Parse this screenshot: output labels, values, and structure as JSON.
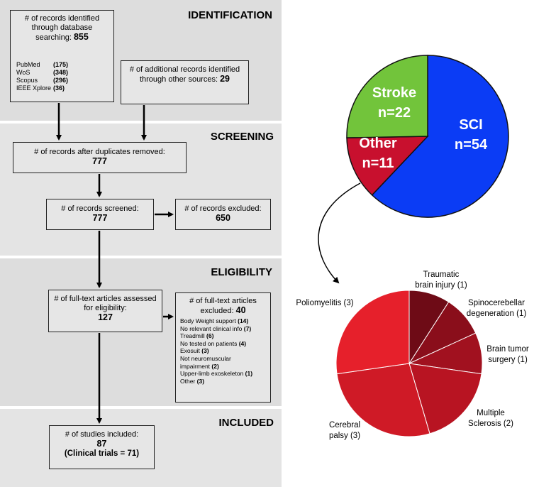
{
  "sections": {
    "identification": "IDENTIFICATION",
    "screening": "SCREENING",
    "eligibility": "ELIGIBILITY",
    "included": "INCLUDED"
  },
  "boxes": {
    "database": {
      "text": "# of records identified through database searching:",
      "count": "855",
      "sources": [
        {
          "name": "PubMed",
          "count": "(175)"
        },
        {
          "name": "WoS",
          "count": "(348)"
        },
        {
          "name": "Scopus",
          "count": "(296)"
        },
        {
          "name": "IEEE Xplore",
          "count": "(36)"
        }
      ]
    },
    "additional": {
      "text": "# of additional records identified through other sources:",
      "count": "29"
    },
    "duplicates": {
      "text": "# of records after duplicates removed:",
      "count": "777"
    },
    "screened": {
      "text": "# of records screened:",
      "count": "777"
    },
    "excluded": {
      "text": "# of records excluded:",
      "count": "650"
    },
    "fulltext": {
      "text": "# of full-text articles assessed for eligibility:",
      "count": "127"
    },
    "fulltext_excluded": {
      "text": "# of full-text articles excluded:",
      "count": "40",
      "reasons": [
        {
          "label": "Body Weight support",
          "count": "(14)"
        },
        {
          "label": "No relevant clinical info",
          "count": "(7)"
        },
        {
          "label": "Treadmill",
          "count": "(6)"
        },
        {
          "label": "No tested on patients",
          "count": "(4)"
        },
        {
          "label": "Exosuit",
          "count": "(3)"
        },
        {
          "label": "Not neuromuscular",
          "count": ""
        },
        {
          "label": "impairment",
          "count": "(2)"
        },
        {
          "label": "Upper-limb exoskeleton",
          "count": "(1)"
        },
        {
          "label": "Other",
          "count": "(3)"
        }
      ]
    },
    "included": {
      "text": "# of studies included:",
      "count": "87",
      "note": "(Clinical trials = 71)"
    }
  },
  "pie_main": [
    {
      "name": "SCI",
      "value": "n=54",
      "n": 54,
      "color": "#0b3cf5"
    },
    {
      "name": "Other",
      "value": "n=11",
      "n": 11,
      "color": "#c8102e"
    },
    {
      "name": "Stroke",
      "value": "n=22",
      "n": 22,
      "color": "#72c43b"
    }
  ],
  "pie_other": [
    {
      "label_lines": [
        "Traumatic",
        "brain injury (1)"
      ],
      "n": 1,
      "color": "#6e0b16"
    },
    {
      "label_lines": [
        "Spinocerebellar",
        "degeneration (1)"
      ],
      "n": 1,
      "color": "#8a0e1b"
    },
    {
      "label_lines": [
        "Brain tumor",
        "surgery (1)"
      ],
      "n": 1,
      "color": "#a1111f"
    },
    {
      "label_lines": [
        "Multiple",
        "Sclerosis (2)"
      ],
      "n": 2,
      "color": "#b81422"
    },
    {
      "label_lines": [
        "Cerebral",
        "palsy (3)"
      ],
      "n": 3,
      "color": "#cf1a26"
    },
    {
      "label_lines": [
        "Poliomyelitis (3)"
      ],
      "n": 3,
      "color": "#e6202b"
    }
  ]
}
